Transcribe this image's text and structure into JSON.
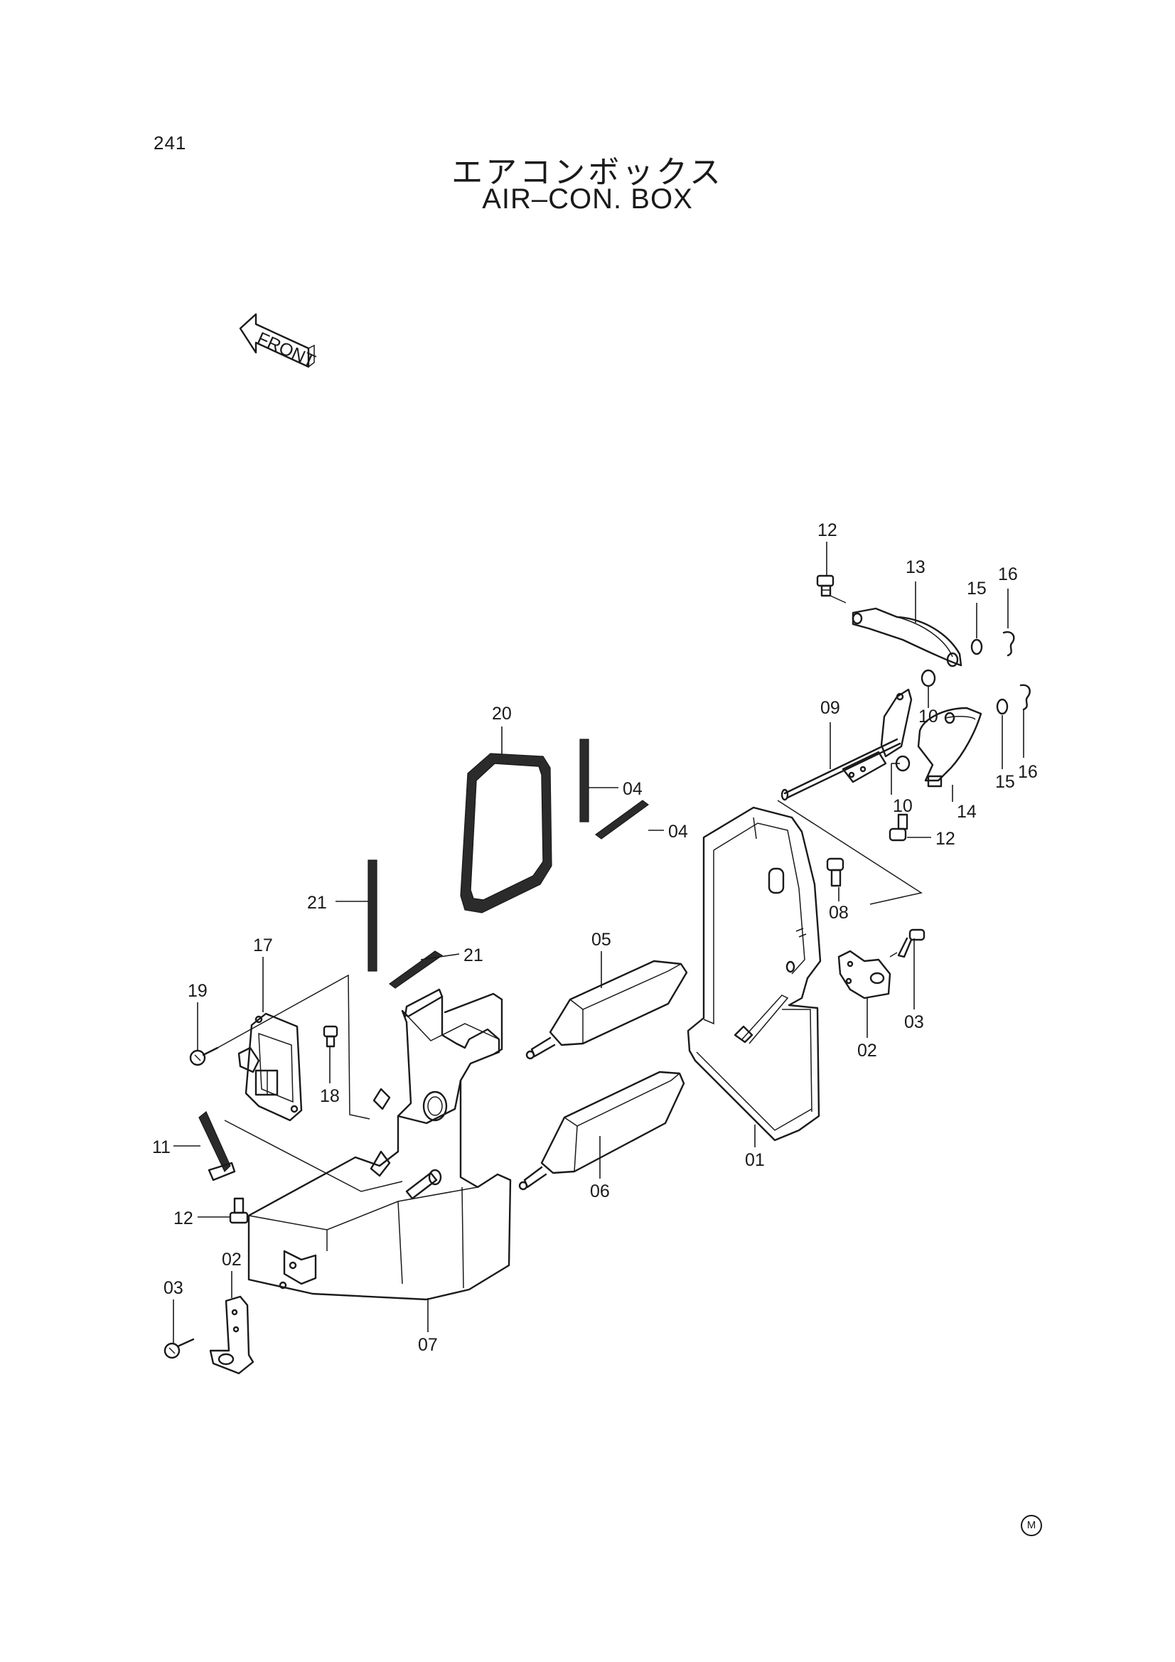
{
  "page": {
    "number": "241",
    "title_jp": "エアコンボックス",
    "title_en": "AIR–CON.  BOX",
    "mark": "M"
  },
  "diagram": {
    "direction_label": "FRONT",
    "callouts": [
      {
        "id": "c-12-top",
        "label": "12"
      },
      {
        "id": "c-13",
        "label": "13"
      },
      {
        "id": "c-15-top",
        "label": "15"
      },
      {
        "id": "c-16-top",
        "label": "16"
      },
      {
        "id": "c-09",
        "label": "09"
      },
      {
        "id": "c-10-top",
        "label": "10"
      },
      {
        "id": "c-10-bot",
        "label": "10"
      },
      {
        "id": "c-14",
        "label": "14"
      },
      {
        "id": "c-15-bot",
        "label": "15"
      },
      {
        "id": "c-16-bot",
        "label": "16"
      },
      {
        "id": "c-12-mid",
        "label": "12"
      },
      {
        "id": "c-20",
        "label": "20"
      },
      {
        "id": "c-04-a",
        "label": "04"
      },
      {
        "id": "c-04-b",
        "label": "04"
      },
      {
        "id": "c-08",
        "label": "08"
      },
      {
        "id": "c-21-a",
        "label": "21"
      },
      {
        "id": "c-21-b",
        "label": "21"
      },
      {
        "id": "c-05",
        "label": "05"
      },
      {
        "id": "c-17",
        "label": "17"
      },
      {
        "id": "c-19",
        "label": "19"
      },
      {
        "id": "c-18",
        "label": "18"
      },
      {
        "id": "c-03-right",
        "label": "03"
      },
      {
        "id": "c-02-right",
        "label": "02"
      },
      {
        "id": "c-01",
        "label": "01"
      },
      {
        "id": "c-11",
        "label": "11"
      },
      {
        "id": "c-06",
        "label": "06"
      },
      {
        "id": "c-12-bot",
        "label": "12"
      },
      {
        "id": "c-02-left",
        "label": "02"
      },
      {
        "id": "c-03-left",
        "label": "03"
      },
      {
        "id": "c-07",
        "label": "07"
      }
    ]
  }
}
